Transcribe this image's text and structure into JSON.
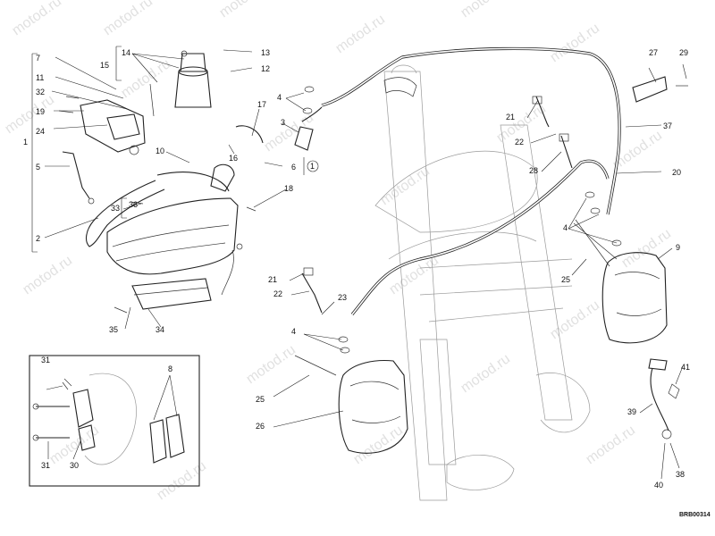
{
  "diagram": {
    "code": "BRB00314",
    "watermark": "motod.ru",
    "callouts": [
      "1",
      "2",
      "3",
      "4",
      "5",
      "6",
      "7",
      "8",
      "9",
      "10",
      "11",
      "12",
      "13",
      "14",
      "15",
      "16",
      "17",
      "18",
      "19",
      "20",
      "21",
      "22",
      "23",
      "24",
      "25",
      "26",
      "27",
      "28",
      "29",
      "30",
      "31",
      "32",
      "33",
      "34",
      "35",
      "36",
      "37",
      "38",
      "39",
      "40",
      "41"
    ],
    "circled_label": "1"
  }
}
